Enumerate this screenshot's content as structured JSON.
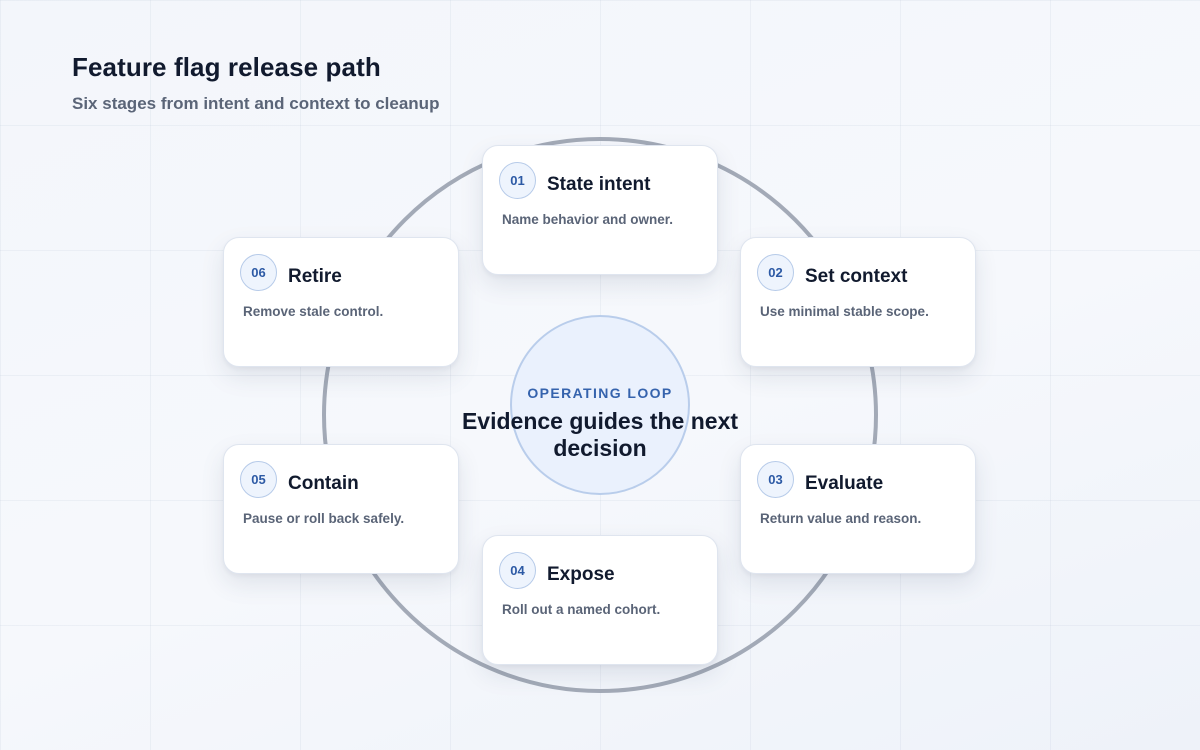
{
  "header": {
    "title": "Feature flag release path",
    "subtitle": "Six stages from intent and context to cleanup"
  },
  "hub": {
    "label": "OPERATING LOOP",
    "text": "Evidence guides the next decision"
  },
  "stages": [
    {
      "number": "01",
      "title": "State intent",
      "description": "Name behavior and owner."
    },
    {
      "number": "02",
      "title": "Set context",
      "description": "Use minimal stable scope."
    },
    {
      "number": "03",
      "title": "Evaluate",
      "description": "Return value and reason."
    },
    {
      "number": "04",
      "title": "Expose",
      "description": "Roll out a named cohort."
    },
    {
      "number": "05",
      "title": "Contain",
      "description": "Pause or roll back safely."
    },
    {
      "number": "06",
      "title": "Retire",
      "description": "Remove stale control."
    }
  ],
  "colors": {
    "ring": "#a3aab7",
    "accent": "#3563ad",
    "hub_fill": "#eaf1fd",
    "card_border": "#dfe5ef"
  }
}
